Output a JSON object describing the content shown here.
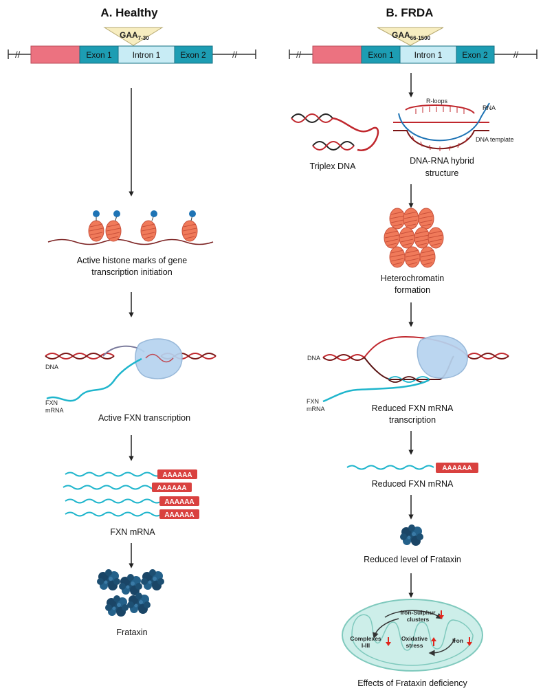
{
  "healthy": {
    "title": "A. Healthy",
    "gaa": "GAA",
    "gaa_sub": "7-30",
    "gene": {
      "exon1": "Exon 1",
      "intron1": "Intron 1",
      "exon2": "Exon 2"
    },
    "histone_caption_1": "Active histone marks of gene",
    "histone_caption_2": "transcription initiation",
    "dna_label": "DNA",
    "fxn_label_1": "FXN",
    "fxn_label_2": "mRNA",
    "transcription_caption": "Active FXN transcription",
    "polya": "AAAAAA",
    "mrna_caption": "FXN mRNA",
    "protein_caption": "Frataxin"
  },
  "frda": {
    "title": "B. FRDA",
    "gaa": "GAA",
    "gaa_sub": "66-1500",
    "gene": {
      "exon1": "Exon 1",
      "intron1": "Intron 1",
      "exon2": "Exon 2"
    },
    "triplex_caption": "Triplex DNA",
    "rloops_label": "R-loops",
    "rna_label": "RNA",
    "dna_template_label": "DNA template",
    "hybrid_caption_1": "DNA-RNA hybrid",
    "hybrid_caption_2": "structure",
    "heterochromatin_caption_1": "Heterochromatin",
    "heterochromatin_caption_2": "formation",
    "dna_label": "DNA",
    "fxn_label_1": "FXN",
    "fxn_label_2": "mRNA",
    "transcription_caption_1": "Reduced FXN mRNA",
    "transcription_caption_2": "transcription",
    "polya": "AAAAAA",
    "mrna_caption": "Reduced FXN mRNA",
    "protein_caption": "Reduced level of Frataxin",
    "mito": {
      "fes_1": "Iron-Sulphur",
      "fes_2": "clusters",
      "complexes_1": "Complexes",
      "complexes_2": "I-III",
      "oxidative_1": "Oxidative",
      "oxidative_2": "stress",
      "iron": "Iron"
    },
    "effects_caption": "Effects of Frataxin deficiency"
  },
  "colors": {
    "exon": "#1d9db3",
    "intron": "#c8ecf5",
    "promoter": "#ec7280",
    "gaa_box": "#f7edc0",
    "dna_red": "#c0272d",
    "dna_dark": "#5a1414",
    "mrna": "#1fb5cc",
    "polya": "#d9413f",
    "nucleosome": "#f07a5a",
    "mark": "#1f74b5",
    "polymerase": "#b6d3ef",
    "frataxin": "#1d4f72",
    "mito_fill": "#cdeee9",
    "arrow": "#222222",
    "up_down_arrow": "#e0241b"
  }
}
